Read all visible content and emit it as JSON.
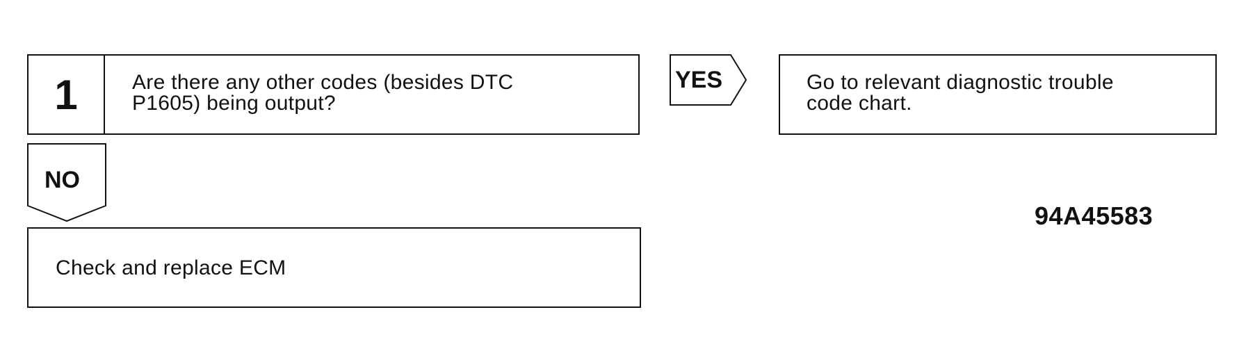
{
  "step1": {
    "number": "1",
    "question": "Are there any other codes (besides DTC\nP1605) being output?"
  },
  "yes_branch": {
    "label": "YES",
    "action": "Go to relevant diagnostic trouble\ncode chart."
  },
  "no_branch": {
    "label": "NO",
    "action": "Check and replace ECM"
  },
  "figure_id": "94A45583"
}
